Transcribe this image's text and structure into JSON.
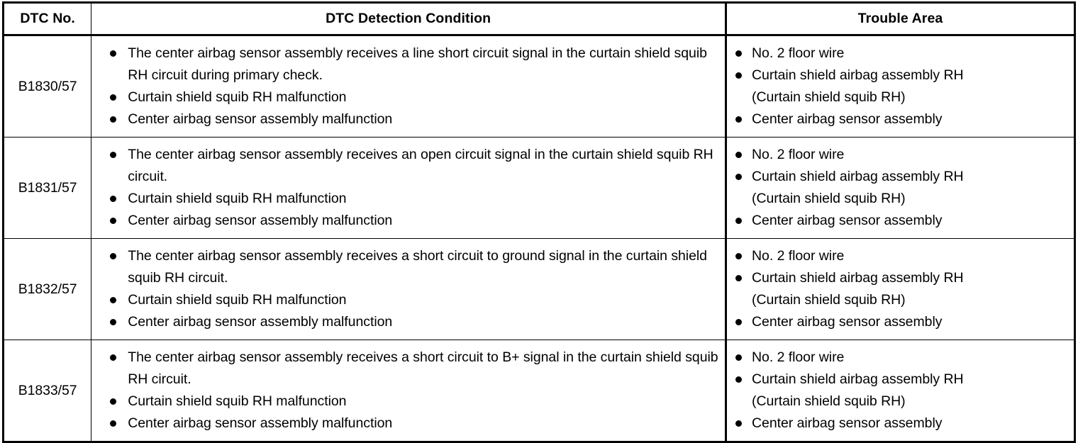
{
  "table": {
    "headers": {
      "dtc_no": "DTC No.",
      "detection_condition": "DTC Detection Condition",
      "trouble_area": "Trouble Area"
    },
    "rows": [
      {
        "dtc_no": "B1830/57",
        "conditions": [
          "The center airbag sensor assembly receives a line short circuit signal in the curtain shield squib RH circuit during primary check.",
          "Curtain shield squib RH malfunction",
          "Center airbag sensor assembly malfunction"
        ],
        "trouble_area": [
          {
            "text": "No. 2 floor wire",
            "sub": ""
          },
          {
            "text": "Curtain shield airbag assembly RH",
            "sub": "(Curtain shield squib RH)"
          },
          {
            "text": "Center airbag sensor assembly",
            "sub": ""
          }
        ]
      },
      {
        "dtc_no": "B1831/57",
        "conditions": [
          "The center airbag sensor assembly receives an open circuit signal in the curtain shield squib RH circuit.",
          "Curtain shield squib RH malfunction",
          "Center airbag sensor assembly malfunction"
        ],
        "trouble_area": [
          {
            "text": "No. 2 floor wire",
            "sub": ""
          },
          {
            "text": "Curtain shield airbag assembly RH",
            "sub": "(Curtain shield squib RH)"
          },
          {
            "text": "Center airbag sensor assembly",
            "sub": ""
          }
        ]
      },
      {
        "dtc_no": "B1832/57",
        "conditions": [
          "The center airbag sensor assembly receives a short circuit to ground signal in the curtain shield squib RH circuit.",
          "Curtain shield squib RH malfunction",
          "Center airbag sensor assembly malfunction"
        ],
        "trouble_area": [
          {
            "text": "No. 2 floor wire",
            "sub": ""
          },
          {
            "text": "Curtain shield airbag assembly RH",
            "sub": "(Curtain shield squib RH)"
          },
          {
            "text": "Center airbag sensor assembly",
            "sub": ""
          }
        ]
      },
      {
        "dtc_no": "B1833/57",
        "conditions": [
          "The center airbag sensor assembly receives a short circuit to B+ signal in the curtain shield squib RH circuit.",
          "Curtain shield squib RH malfunction",
          "Center airbag sensor assembly malfunction"
        ],
        "trouble_area": [
          {
            "text": "No. 2 floor wire",
            "sub": ""
          },
          {
            "text": "Curtain shield airbag assembly RH",
            "sub": "(Curtain shield squib RH)"
          },
          {
            "text": "Center airbag sensor assembly",
            "sub": ""
          }
        ]
      }
    ]
  },
  "colors": {
    "border": "#000000",
    "background": "#ffffff",
    "text": "#000000"
  }
}
